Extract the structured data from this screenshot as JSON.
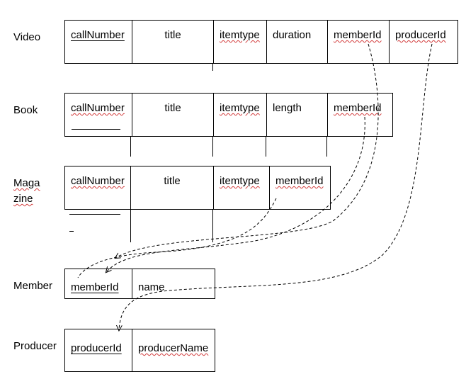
{
  "relations": {
    "video": {
      "name": "Video",
      "attributes": [
        "callNumber",
        "title",
        "itemtype",
        "duration",
        "memberId",
        "producerId"
      ]
    },
    "book": {
      "name": "Book",
      "attributes": [
        "callNumber",
        "title",
        "itemtype",
        "length",
        "memberId"
      ]
    },
    "magazine": {
      "name": "Magazine",
      "attributes": [
        "callNumber",
        "title",
        "itemtype",
        "memberId"
      ]
    },
    "member": {
      "name": "Member",
      "attributes": [
        "memberId",
        "name"
      ]
    },
    "producer": {
      "name": "Producer",
      "attributes": [
        "producerId",
        "producerName"
      ]
    }
  },
  "links": [
    {
      "from": "video.memberId",
      "to": "member.memberId"
    },
    {
      "from": "book.memberId",
      "to": "member.memberId"
    },
    {
      "from": "magazine.memberId",
      "to": "member.memberId"
    },
    {
      "from": "video.producerId",
      "to": "producer.producerId"
    }
  ],
  "colors": {
    "line": "#000000",
    "spellcheck": "#d23b3b"
  }
}
